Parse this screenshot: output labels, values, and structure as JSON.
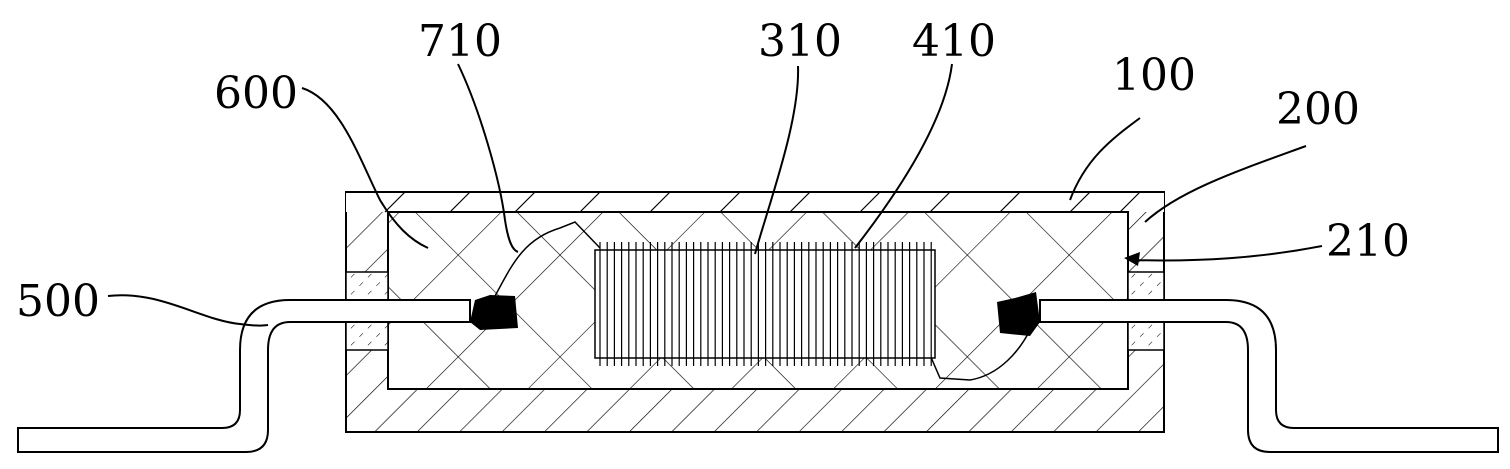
{
  "labels": {
    "l600": "600",
    "l710": "710",
    "l310": "310",
    "l410": "410",
    "l100": "100",
    "l200": "200",
    "l210": "210",
    "l500": "500"
  },
  "colors": {
    "ink": "#000000",
    "paper": "#ffffff"
  }
}
